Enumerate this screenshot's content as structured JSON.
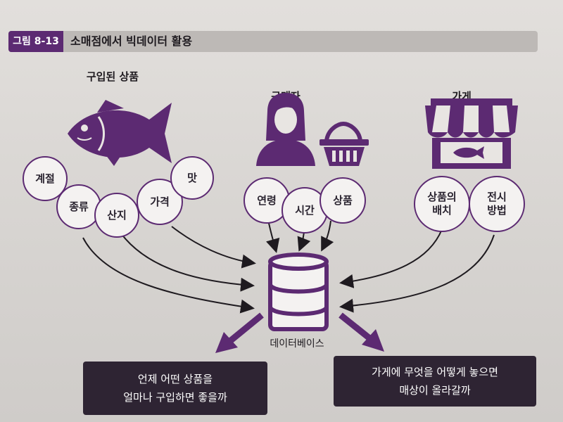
{
  "figure": {
    "label": "그림 8-13",
    "title": "소매점에서 빅데이터 활용"
  },
  "sections": {
    "products": {
      "title": "구입된 상품",
      "icon": "fish-icon",
      "bubbles": [
        "계절",
        "종류",
        "산지",
        "가격",
        "맛"
      ]
    },
    "buyer": {
      "title": "구매자",
      "icons": [
        "person-icon",
        "basket-icon"
      ],
      "bubbles": [
        "연령",
        "시간",
        "상품"
      ]
    },
    "store": {
      "title": "가게",
      "icon": "store-icon",
      "bubbles": [
        "상품의\n배치",
        "전시\n방법"
      ]
    }
  },
  "database": {
    "label": "데이터베이스",
    "icon": "database-icon"
  },
  "results": {
    "left": "언제 어떤 상품을\n얼마나 구입하면 좋을까",
    "right": "가게에 무엇을 어떻게 놓으면\n매상이 올라갈까"
  },
  "colors": {
    "accent": "#5c2a72",
    "dark_box": "#2e2433",
    "bubble_fill": "#f4f2f1"
  }
}
